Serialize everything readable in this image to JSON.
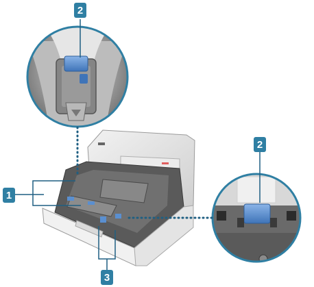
{
  "callouts": [
    {
      "id": "callout-2-top",
      "label": "2"
    },
    {
      "id": "callout-1-left",
      "label": "1"
    },
    {
      "id": "callout-2-right",
      "label": "2"
    },
    {
      "id": "callout-3-bottom",
      "label": "3"
    }
  ],
  "colors": {
    "badge": "#2f7fa3",
    "leader": "#1f5f82",
    "lever_blue": "#5a8fd0",
    "machine_gray": "#d9d9d9",
    "tray_dark": "#4a4a4a"
  },
  "icons": {
    "printer": "printer-illustration",
    "zoom_top": "zoom-circle-top",
    "zoom_right": "zoom-circle-right"
  }
}
